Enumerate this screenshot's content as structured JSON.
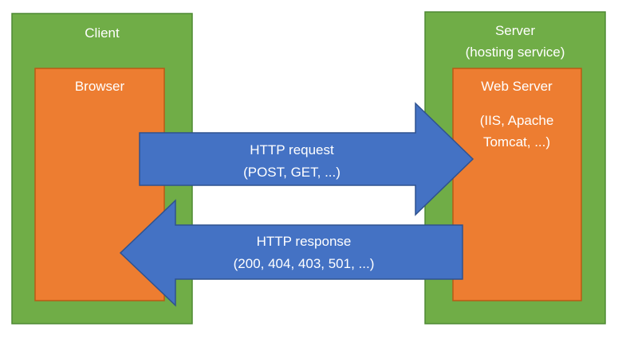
{
  "colors": {
    "outer_fill": "#70AD47",
    "outer_stroke": "#4E8A33",
    "inner_fill": "#ED7D31",
    "inner_stroke": "#B85B16",
    "arrow_fill": "#4472C4",
    "arrow_stroke": "#2F528F",
    "arrow_text": "#FFFFFF",
    "box_text": "#FFFFFF"
  },
  "client": {
    "title": "Client",
    "browser_label": "Browser"
  },
  "server": {
    "title_line1": "Server",
    "title_line2": "(hosting service)",
    "web_server_label": "Web Server",
    "web_server_detail_line1": "(IIS, Apache",
    "web_server_detail_line2": "Tomcat, ...)"
  },
  "request_arrow": {
    "line1": "HTTP request",
    "line2": "(POST, GET, ...)"
  },
  "response_arrow": {
    "line1": "HTTP response",
    "line2": "(200, 404, 403, 501, ...)"
  }
}
